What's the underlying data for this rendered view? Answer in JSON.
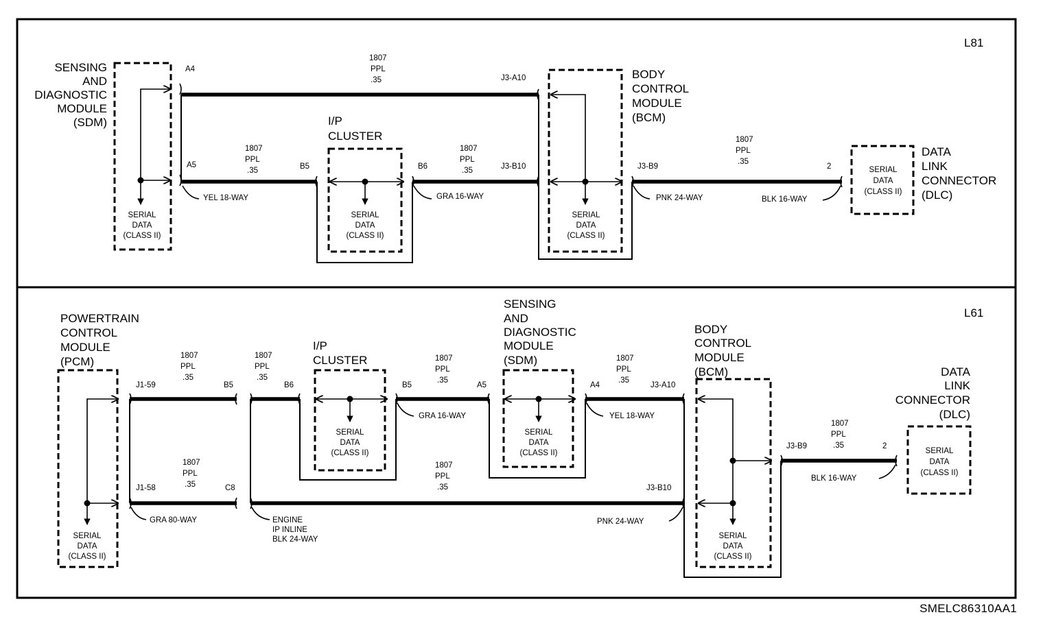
{
  "figure_code": "SMELC86310AA1",
  "top": {
    "variant": "L81",
    "sdm": {
      "l1": "SENSING",
      "l2": "AND",
      "l3": "DIAGNOSTIC",
      "l4": "MODULE",
      "l5": "(SDM)"
    },
    "sdm_pin_a4": "A4",
    "sdm_pin_a5": "A5",
    "wire_a": {
      "circuit": "1807",
      "color": "PPL",
      "size": ".35"
    },
    "cluster": {
      "l1": "I/P",
      "l2": "CLUSTER"
    },
    "cluster_pin_b5": "B5",
    "cluster_pin_b6": "B6",
    "wire_b": {
      "circuit": "1807",
      "color": "PPL",
      "size": ".35"
    },
    "wire_c": {
      "circuit": "1807",
      "color": "PPL",
      "size": ".35"
    },
    "bcm": {
      "l1": "BODY",
      "l2": "CONTROL",
      "l3": "MODULE",
      "l4": "(BCM)"
    },
    "bcm_pin_j3a10": "J3-A10",
    "bcm_pin_j3b10": "J3-B10",
    "bcm_pin_j3b9": "J3-B9",
    "wire_d": {
      "circuit": "1807",
      "color": "PPL",
      "size": ".35"
    },
    "dlc_pin": "2",
    "dlc": {
      "l1": "DATA",
      "l2": "LINK",
      "l3": "CONNECTOR",
      "l4": "(DLC)"
    },
    "conn_yel": "YEL 18-WAY",
    "conn_gra": "GRA 16-WAY",
    "conn_pnk": "PNK 24-WAY",
    "conn_blk": "BLK 16-WAY",
    "serial": {
      "l1": "SERIAL",
      "l2": "DATA",
      "l3": "(CLASS II)"
    }
  },
  "bottom": {
    "variant": "L61",
    "pcm": {
      "l1": "POWERTRAIN",
      "l2": "CONTROL",
      "l3": "MODULE",
      "l4": "(PCM)"
    },
    "pin_j159": "J1-59",
    "pin_j158": "J1-58",
    "pin_b5a": "B5",
    "pin_c8": "C8",
    "pin_b6": "B6",
    "pin_b5b": "B5",
    "pin_a5": "A5",
    "pin_a4": "A4",
    "pin_j3a10": "J3-A10",
    "pin_j3b10": "J3-B10",
    "pin_j3b9": "J3-B9",
    "pin_dlc2": "2",
    "wire_1": {
      "circuit": "1807",
      "color": "PPL",
      "size": ".35"
    },
    "wire_2": {
      "circuit": "1807",
      "color": "PPL",
      "size": ".35"
    },
    "wire_3": {
      "circuit": "1807",
      "color": "PPL",
      "size": ".35"
    },
    "wire_4": {
      "circuit": "1807",
      "color": "PPL",
      "size": ".35"
    },
    "wire_5": {
      "circuit": "1807",
      "color": "PPL",
      "size": ".35"
    },
    "wire_6": {
      "circuit": "1807",
      "color": "PPL",
      "size": ".35"
    },
    "cluster": {
      "l1": "I/P",
      "l2": "CLUSTER"
    },
    "sdm": {
      "l1": "SENSING",
      "l2": "AND",
      "l3": "DIAGNOSTIC",
      "l4": "MODULE",
      "l5": "(SDM)"
    },
    "bcm": {
      "l1": "BODY",
      "l2": "CONTROL",
      "l3": "MODULE",
      "l4": "(BCM)"
    },
    "dlc": {
      "l1": "DATA",
      "l2": "LINK",
      "l3": "CONNECTOR",
      "l4": "(DLC)"
    },
    "conn_gra80": "GRA 80-WAY",
    "conn_engine": {
      "l1": "ENGINE",
      "l2": "IP INLINE",
      "l3": "BLK 24-WAY"
    },
    "conn_gra16": "GRA 16-WAY",
    "conn_yel18": "YEL 18-WAY",
    "conn_pnk24": "PNK 24-WAY",
    "conn_blk16": "BLK 16-WAY",
    "serial": {
      "l1": "SERIAL",
      "l2": "DATA",
      "l3": "(CLASS II)"
    }
  }
}
